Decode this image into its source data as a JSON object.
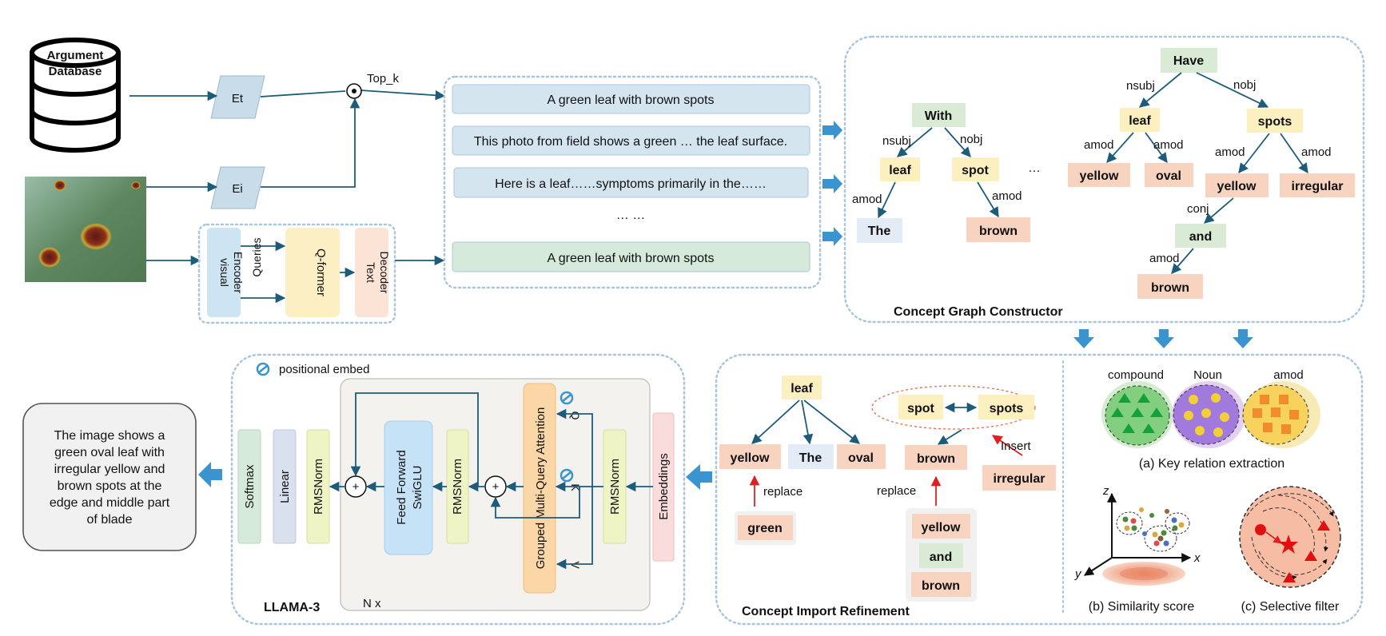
{
  "retrieval": {
    "database_label_1": "Argument",
    "database_label_2": "Database",
    "text_encoder": "Et",
    "image_encoder": "Ei",
    "topk_label": "Top_k"
  },
  "caption_pipeline": {
    "visual_encoder_1": "visual",
    "visual_encoder_2": "Encoder",
    "queries": "Queries",
    "qformer": "Q-former",
    "text_decoder_1": "Text",
    "text_decoder_2": "Decoder"
  },
  "texts": {
    "t1": "A green leaf with brown spots",
    "t2": "This photo from field shows a green … the leaf surface.",
    "t3": "Here is a leaf……symptoms primarily in the……",
    "ellipsis": "… …",
    "t4": "A green leaf with brown spots"
  },
  "graph": {
    "title": "Concept Graph Constructor",
    "ellipsis": "…",
    "left": {
      "root": "With",
      "e1": "nsubj",
      "e2": "nobj",
      "leaf": "leaf",
      "spot": "spot",
      "e3": "amod",
      "e4": "amod",
      "the": "The",
      "brown": "brown"
    },
    "right": {
      "root": "Have",
      "e1": "nsubj",
      "e2": "nobj",
      "leaf": "leaf",
      "spots": "spots",
      "e3": "amod",
      "e4": "amod",
      "e5": "amod",
      "e6": "amod",
      "yellow1": "yellow",
      "oval": "oval",
      "yellow2": "yellow",
      "irregular": "irregular",
      "e7": "conj",
      "and": "and",
      "e8": "amod",
      "brown": "brown"
    }
  },
  "llama": {
    "positional": "positional embed",
    "softmax": "Softmax",
    "linear": "Linear",
    "rmsnorm1": "RMSNorm",
    "ffn_1": "Feed Forward",
    "ffn_2": "SwiGLU",
    "rmsnorm2": "RMSNorm",
    "attention": "Grouped Multi-Query Attention",
    "q": "Q",
    "k": "K",
    "v": "V",
    "rmsnorm3": "RMSNorm",
    "embeddings": "Embeddings",
    "plus": "+",
    "title": "LLAMA-3",
    "nx": "N x"
  },
  "output": {
    "lines": [
      "The image shows a",
      "green oval leaf with",
      "irregular yellow and",
      "brown spots at the",
      "edge and middle part",
      "of blade"
    ]
  },
  "refinement": {
    "title": "Concept Import Refinement",
    "leaf": "leaf",
    "yellow": "yellow",
    "the": "The",
    "oval": "oval",
    "replace1": "replace",
    "green": "green",
    "spot": "spot",
    "spots": "spots",
    "brown": "brown",
    "insert": "Insert",
    "irregular": "irregular",
    "replace2": "replace",
    "stack_yellow": "yellow",
    "stack_and": "and",
    "stack_brown": "brown"
  },
  "analysis": {
    "compound": "compound",
    "noun": "Noun",
    "amod": "amod",
    "a_caption": "(a) Key relation extraction",
    "b_caption": "(b) Similarity score",
    "c_caption": "(c) Selective filter",
    "z": "z",
    "y": "y",
    "x": "x"
  },
  "colors": {
    "text_box_blue": "#d4e5f0",
    "text_box_green": "#d6eadb",
    "node_green": "#d9ebd5",
    "node_yellow": "#fdf0c0",
    "node_salmon": "#f8d4c0",
    "node_blue": "#e3ebf6",
    "line": "#1d5b7a",
    "dotted_border": "#a9c6dd",
    "accent_arrow": "#3a94cf"
  }
}
